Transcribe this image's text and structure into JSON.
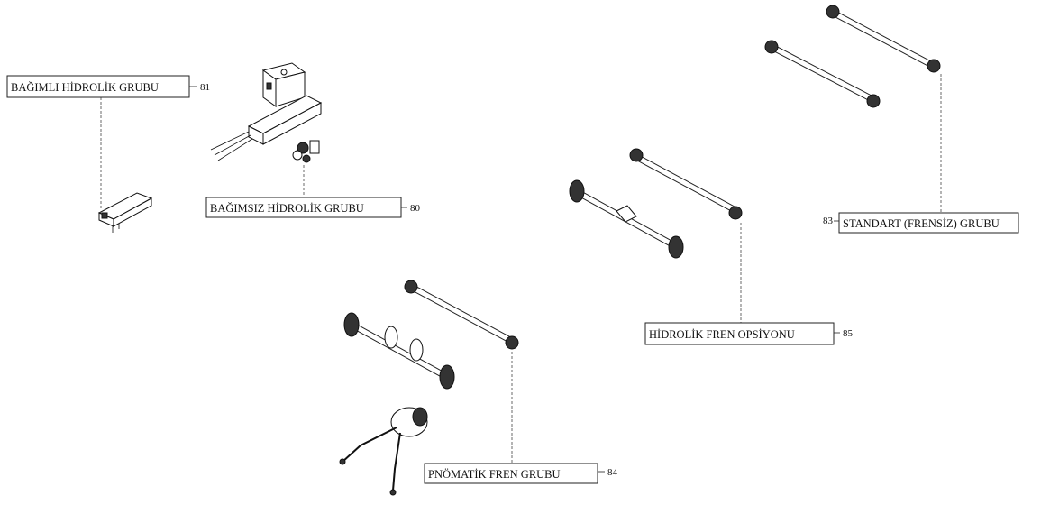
{
  "callouts": [
    {
      "id": "bagimli",
      "label": "BAĞIMLI HİDROLİK GRUBU",
      "number": "81"
    },
    {
      "id": "bagimsiz",
      "label": "BAĞIMSIZ HİDROLİK GRUBU",
      "number": "80"
    },
    {
      "id": "standart",
      "label": "STANDART (FRENSİZ) GRUBU",
      "number": "83"
    },
    {
      "id": "hidrolik-fren",
      "label": "HİDROLİK FREN OPSİYONU",
      "number": "85"
    },
    {
      "id": "pnomatik",
      "label": "PNÖMATİK FREN GRUBU",
      "number": "84"
    }
  ]
}
